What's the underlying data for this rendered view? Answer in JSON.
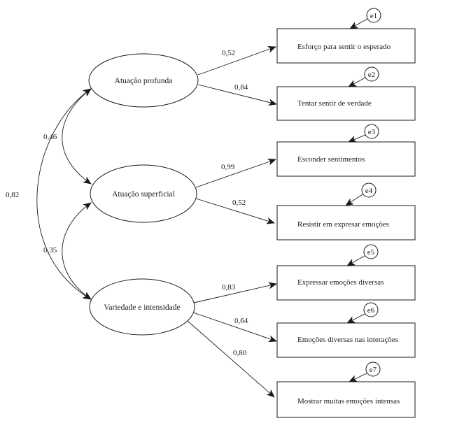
{
  "diagram": {
    "type": "structural-equation-model",
    "latent_factors": [
      {
        "id": "F1",
        "label": "Atuação profunda"
      },
      {
        "id": "F2",
        "label": "Atuação superficial"
      },
      {
        "id": "F3",
        "label": "Variedade e intensidade"
      }
    ],
    "indicators": [
      {
        "id": "I1",
        "label": "Esforço para sentir o esperado",
        "factor": "F1",
        "loading": "0,52",
        "error": "e1"
      },
      {
        "id": "I2",
        "label": "Tentar sentir de verdade",
        "factor": "F1",
        "loading": "0,84",
        "error": "e2"
      },
      {
        "id": "I3",
        "label": "Esconder sentimentos",
        "factor": "F2",
        "loading": "0,99",
        "error": "e3"
      },
      {
        "id": "I4",
        "label": "Resistir em expresar emoções",
        "factor": "F2",
        "loading": "0,52",
        "error": "e4"
      },
      {
        "id": "I5",
        "label": "Expressar emoções diversas",
        "factor": "F3",
        "loading": "0,83",
        "error": "e5"
      },
      {
        "id": "I6",
        "label": "Emoções diversas nas interações",
        "factor": "F3",
        "loading": "0,64",
        "error": "e6"
      },
      {
        "id": "I7",
        "label": "Mostrar muitas emoções intensas",
        "factor": "F3",
        "loading": "0,80",
        "error": "e7"
      }
    ],
    "covariances": [
      {
        "from": "F1",
        "to": "F2",
        "value": "0,46"
      },
      {
        "from": "F2",
        "to": "F3",
        "value": "0,35"
      },
      {
        "from": "F1",
        "to": "F3",
        "value": "0,82"
      }
    ],
    "colors": {
      "stroke": "#1a1a1a",
      "background": "#ffffff"
    }
  }
}
